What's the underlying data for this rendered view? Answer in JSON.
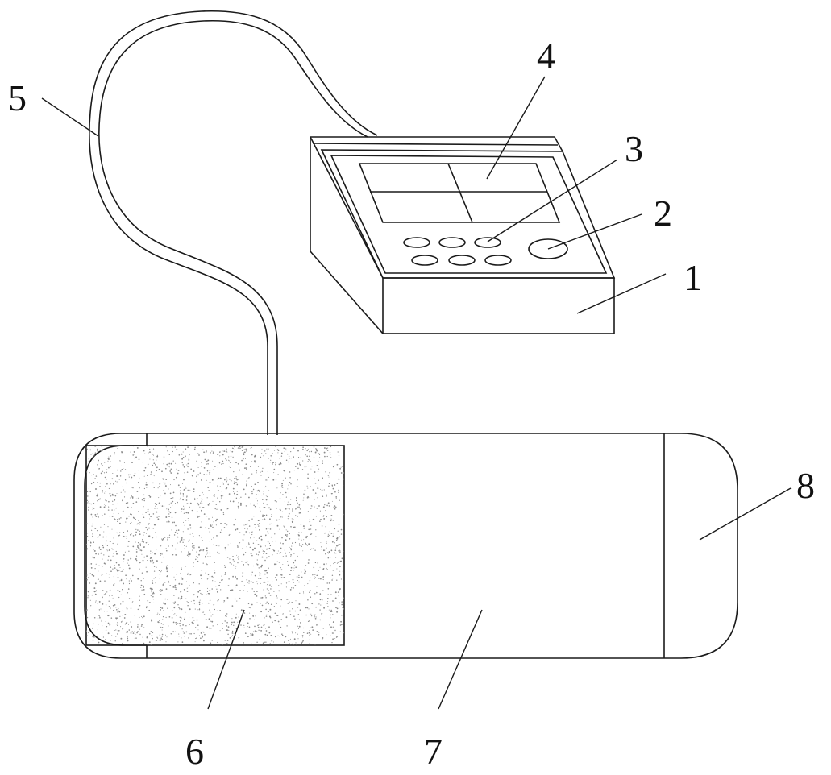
{
  "figure": {
    "callouts": [
      {
        "id": "1",
        "label": "1"
      },
      {
        "id": "2",
        "label": "2"
      },
      {
        "id": "3",
        "label": "3"
      },
      {
        "id": "4",
        "label": "4"
      },
      {
        "id": "5",
        "label": "5"
      },
      {
        "id": "6",
        "label": "6"
      },
      {
        "id": "7",
        "label": "7"
      },
      {
        "id": "8",
        "label": "8"
      }
    ],
    "colors": {
      "line": "#1a1a1a",
      "background": "#ffffff",
      "stipple": "#8a8a8a"
    },
    "monitor_keys": {
      "top_row": 3,
      "bottom_row": 3
    }
  }
}
